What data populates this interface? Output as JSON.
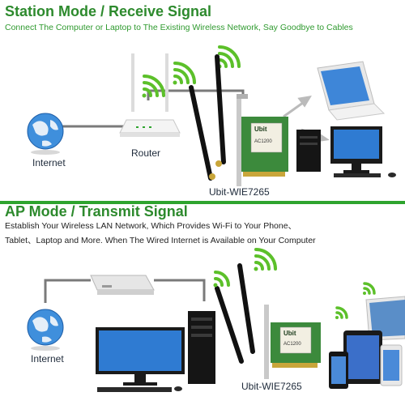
{
  "station": {
    "title": "Station Mode / Receive Signal",
    "subtitle": "Connect The Computer or Laptop to The Existing Wireless Network, Say Goodbye to Cables",
    "internet_label": "Internet",
    "router_label": "Router",
    "card_label": "Ubit-WIE7265",
    "card_brand": "Ubit",
    "card_model": "AC1200"
  },
  "ap": {
    "title": "AP Mode / Transmit Signal",
    "subtitle_line1": "Establish Your Wireless LAN Network, Which Provides Wi-Fi to Your Phone、",
    "subtitle_line2": "Tablet、Laptop and More. When The Wired Internet is Available on Your Computer",
    "internet_label": "Internet",
    "card_label": "Ubit-WIE7265",
    "card_brand": "Ubit",
    "card_model": "AC1200"
  },
  "colors": {
    "heading_green": "#2d8a2d",
    "subtitle_green": "#2f9a2f",
    "divider_green": "#2ea42e",
    "pcb_green": "#3c8a3c",
    "wifi_green": "#5cc02a",
    "cable_gray": "#7a7a7a"
  }
}
